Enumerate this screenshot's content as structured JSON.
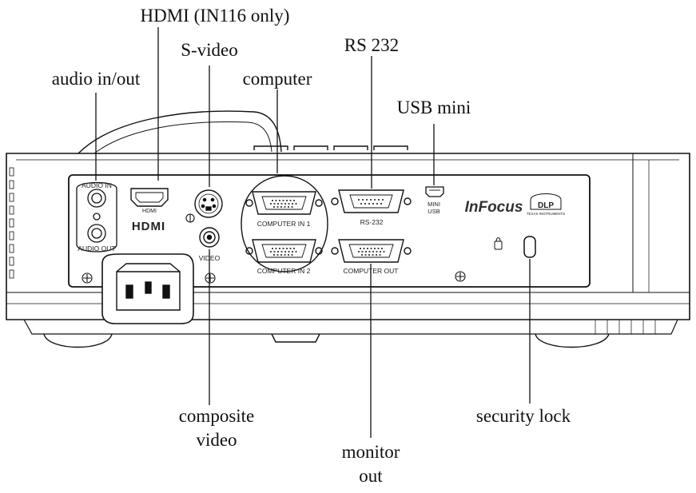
{
  "callouts": {
    "hdmi": "HDMI (IN116 only)",
    "svideo": "S-video",
    "rs232": "RS 232",
    "audio": "audio in/out",
    "computer": "computer",
    "usb_mini": "USB mini",
    "composite_1": "composite",
    "composite_2": "video",
    "security_lock": "security lock",
    "monitor_1": "monitor",
    "monitor_2": "out"
  },
  "panel_labels": {
    "audio_in": "AUDIO IN",
    "audio_out": "AUDIO OUT",
    "hdmi": "HDMI",
    "hdmi_logo": "HDMI",
    "video": "VIDEO",
    "computer_in_1": "COMPUTER IN 1",
    "computer_in_2": "COMPUTER IN 2",
    "rs232": "RS-232",
    "computer_out": "COMPUTER OUT",
    "mini": "MINI",
    "usb": "USB",
    "brand": "InFocus",
    "dlp": "DLP",
    "ti": "TEXAS INSTRUMENTS"
  },
  "colors": {
    "line": "#111111",
    "body_fill": "#ffffff",
    "panel_fill": "#ffffff"
  },
  "icons": [
    "screw-icon",
    "kensington-lock-icon",
    "dlp-logo-icon",
    "vga-port-icon",
    "rca-jack-icon",
    "svideo-port-icon",
    "usb-mini-port-icon",
    "power-inlet-icon"
  ]
}
